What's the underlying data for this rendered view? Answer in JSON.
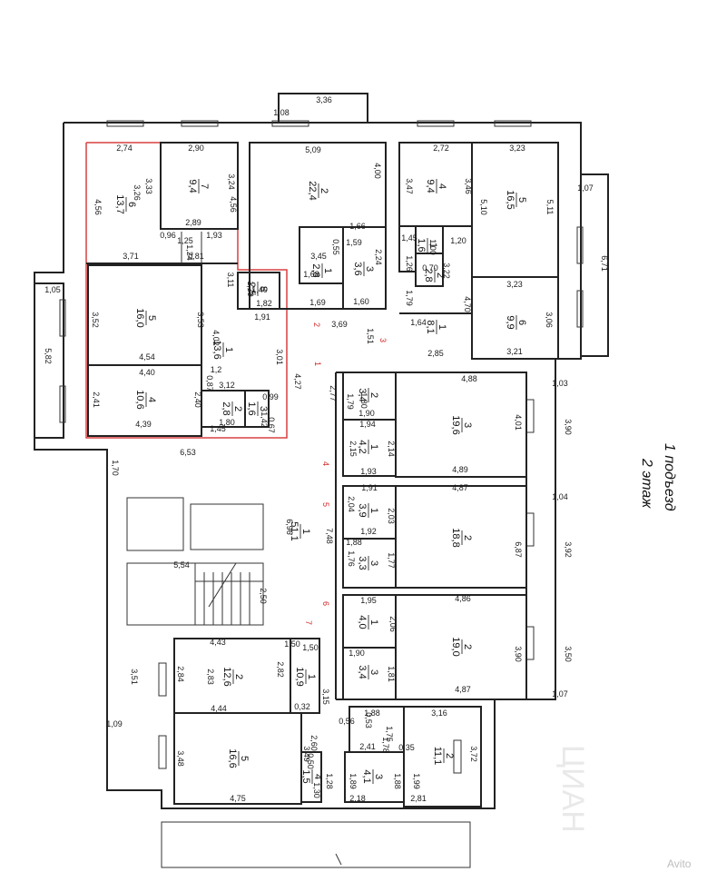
{
  "caption": [
    "1 подъезд",
    "2 этаж"
  ],
  "watermark": "ЦИАН",
  "avito": "Avito",
  "red_marks": [
    "1",
    "2",
    "3",
    "4",
    "5",
    "6",
    "7"
  ],
  "rooms": [
    {
      "id": "r6a",
      "num": "6",
      "area": "13,7"
    },
    {
      "id": "r7a",
      "num": "7",
      "area": "9,4"
    },
    {
      "id": "r5a",
      "num": "5",
      "area": "16,0"
    },
    {
      "id": "r4a",
      "num": "4",
      "area": "10,6"
    },
    {
      "id": "r1a",
      "num": "1",
      "area": "13,6"
    },
    {
      "id": "r8a",
      "num": "8",
      "area": "2,5"
    },
    {
      "id": "r2a",
      "num": "2",
      "area": "2,8"
    },
    {
      "id": "r3a",
      "num": "3",
      "area": "1,6"
    },
    {
      "id": "r2b",
      "num": "2",
      "area": "22,4"
    },
    {
      "id": "r1b",
      "num": "1",
      "area": "2,8"
    },
    {
      "id": "r3b",
      "num": "3",
      "area": "3,6"
    },
    {
      "id": "r4c",
      "num": "4",
      "area": "9,4"
    },
    {
      "id": "r5c",
      "num": "5",
      "area": "16,5"
    },
    {
      "id": "r1c",
      "num": "1",
      "area": "1,6"
    },
    {
      "id": "r2c",
      "num": "2",
      "area": "2,8"
    },
    {
      "id": "r6c",
      "num": "6",
      "area": "9,9"
    },
    {
      "id": "r1c2",
      "num": "1",
      "area": "8,1"
    },
    {
      "id": "r2d",
      "num": "2",
      "area": "3,4"
    },
    {
      "id": "r3d",
      "num": "3",
      "area": "19,6"
    },
    {
      "id": "r1d",
      "num": "1",
      "area": "4,2"
    },
    {
      "id": "r1e",
      "num": "1",
      "area": "3,9"
    },
    {
      "id": "r2e",
      "num": "2",
      "area": "18,8"
    },
    {
      "id": "r3e",
      "num": "3",
      "area": "3,3"
    },
    {
      "id": "r1f",
      "num": "1",
      "area": "4,0"
    },
    {
      "id": "r2f",
      "num": "2",
      "area": "19,0"
    },
    {
      "id": "r3f",
      "num": "3",
      "area": "3,4"
    },
    {
      "id": "r1h",
      "num": "1",
      "area": "51,1"
    },
    {
      "id": "r2g",
      "num": "2",
      "area": "12,6"
    },
    {
      "id": "r1g",
      "num": "1",
      "area": "10,9"
    },
    {
      "id": "r5g",
      "num": "5",
      "area": "16,6"
    },
    {
      "id": "r4g",
      "num": "4",
      "area": "1,5"
    },
    {
      "id": "r2h",
      "num": "2",
      "area": "11,1"
    },
    {
      "id": "r3h",
      "num": "3",
      "area": "4,1"
    }
  ],
  "dims": [
    "3,36",
    "1,08",
    "5,09",
    "2,74",
    "2,90",
    "2,72",
    "3,23",
    "1,07",
    "3,33",
    "3,26",
    "3,24",
    "4,56",
    "4,00",
    "4,56",
    "3,47",
    "3,46",
    "5,10",
    "5,11",
    "6,71",
    "2,89",
    "0,96",
    "1,25",
    "1,93",
    "1,66",
    "1,59",
    "1,45",
    "1,20",
    "3,71",
    "1,24",
    "0,81",
    "3,45",
    "0,55",
    "2,24",
    "1,00",
    "1,26",
    "1,05",
    "3,11",
    "1,39",
    "1,40",
    "1,68",
    "1,60",
    "0,70",
    "3,22",
    "1,79",
    "4,70",
    "3,23",
    "1,82",
    "1,69",
    "1,64",
    "1,91",
    "3,52",
    "3,53",
    "4,02",
    "3,69",
    "1,51",
    "1,50",
    "3,06",
    "3,01",
    "2,85",
    "3,21",
    "5,82",
    "4,54",
    "4,27",
    "4,88",
    "1,03",
    "4,40",
    "1,2",
    "0,87",
    "3,12",
    "2,77",
    "1,80",
    "2,41",
    "2,40",
    "0,99",
    "1,79",
    "1,90",
    "4,01",
    "3,90",
    "1,45",
    "1,80",
    "0,67",
    "1,42",
    "1,94",
    "4,39",
    "2,15",
    "2,14",
    "6,53",
    "4,89",
    "1,93",
    "1,70",
    "1,91",
    "4,87",
    "1,04",
    "2,04",
    "2,03",
    "7,48",
    "6,96",
    "1,92",
    "6,87",
    "3,92",
    "1,88",
    "1,76",
    "1,77",
    "5,54",
    "2,50",
    "1,95",
    "4,86",
    "2,06",
    "1,50",
    "4,43",
    "1,90",
    "3,90",
    "3,50",
    "1,81",
    "2,84",
    "2,82",
    "2,83",
    "4,87",
    "1,07",
    "3,51",
    "4,44",
    "0,32",
    "3,15",
    "0,53",
    "1,88",
    "3,16",
    "1,09",
    "0,56",
    "1,75",
    "1,78",
    "2,60",
    "0,35",
    "3,72",
    "3,48",
    "3,49",
    "2,41",
    "0,50",
    "1,28",
    "1,89",
    "1,88",
    "1,99",
    "4,75",
    "1,30",
    "2,18",
    "2,81"
  ]
}
